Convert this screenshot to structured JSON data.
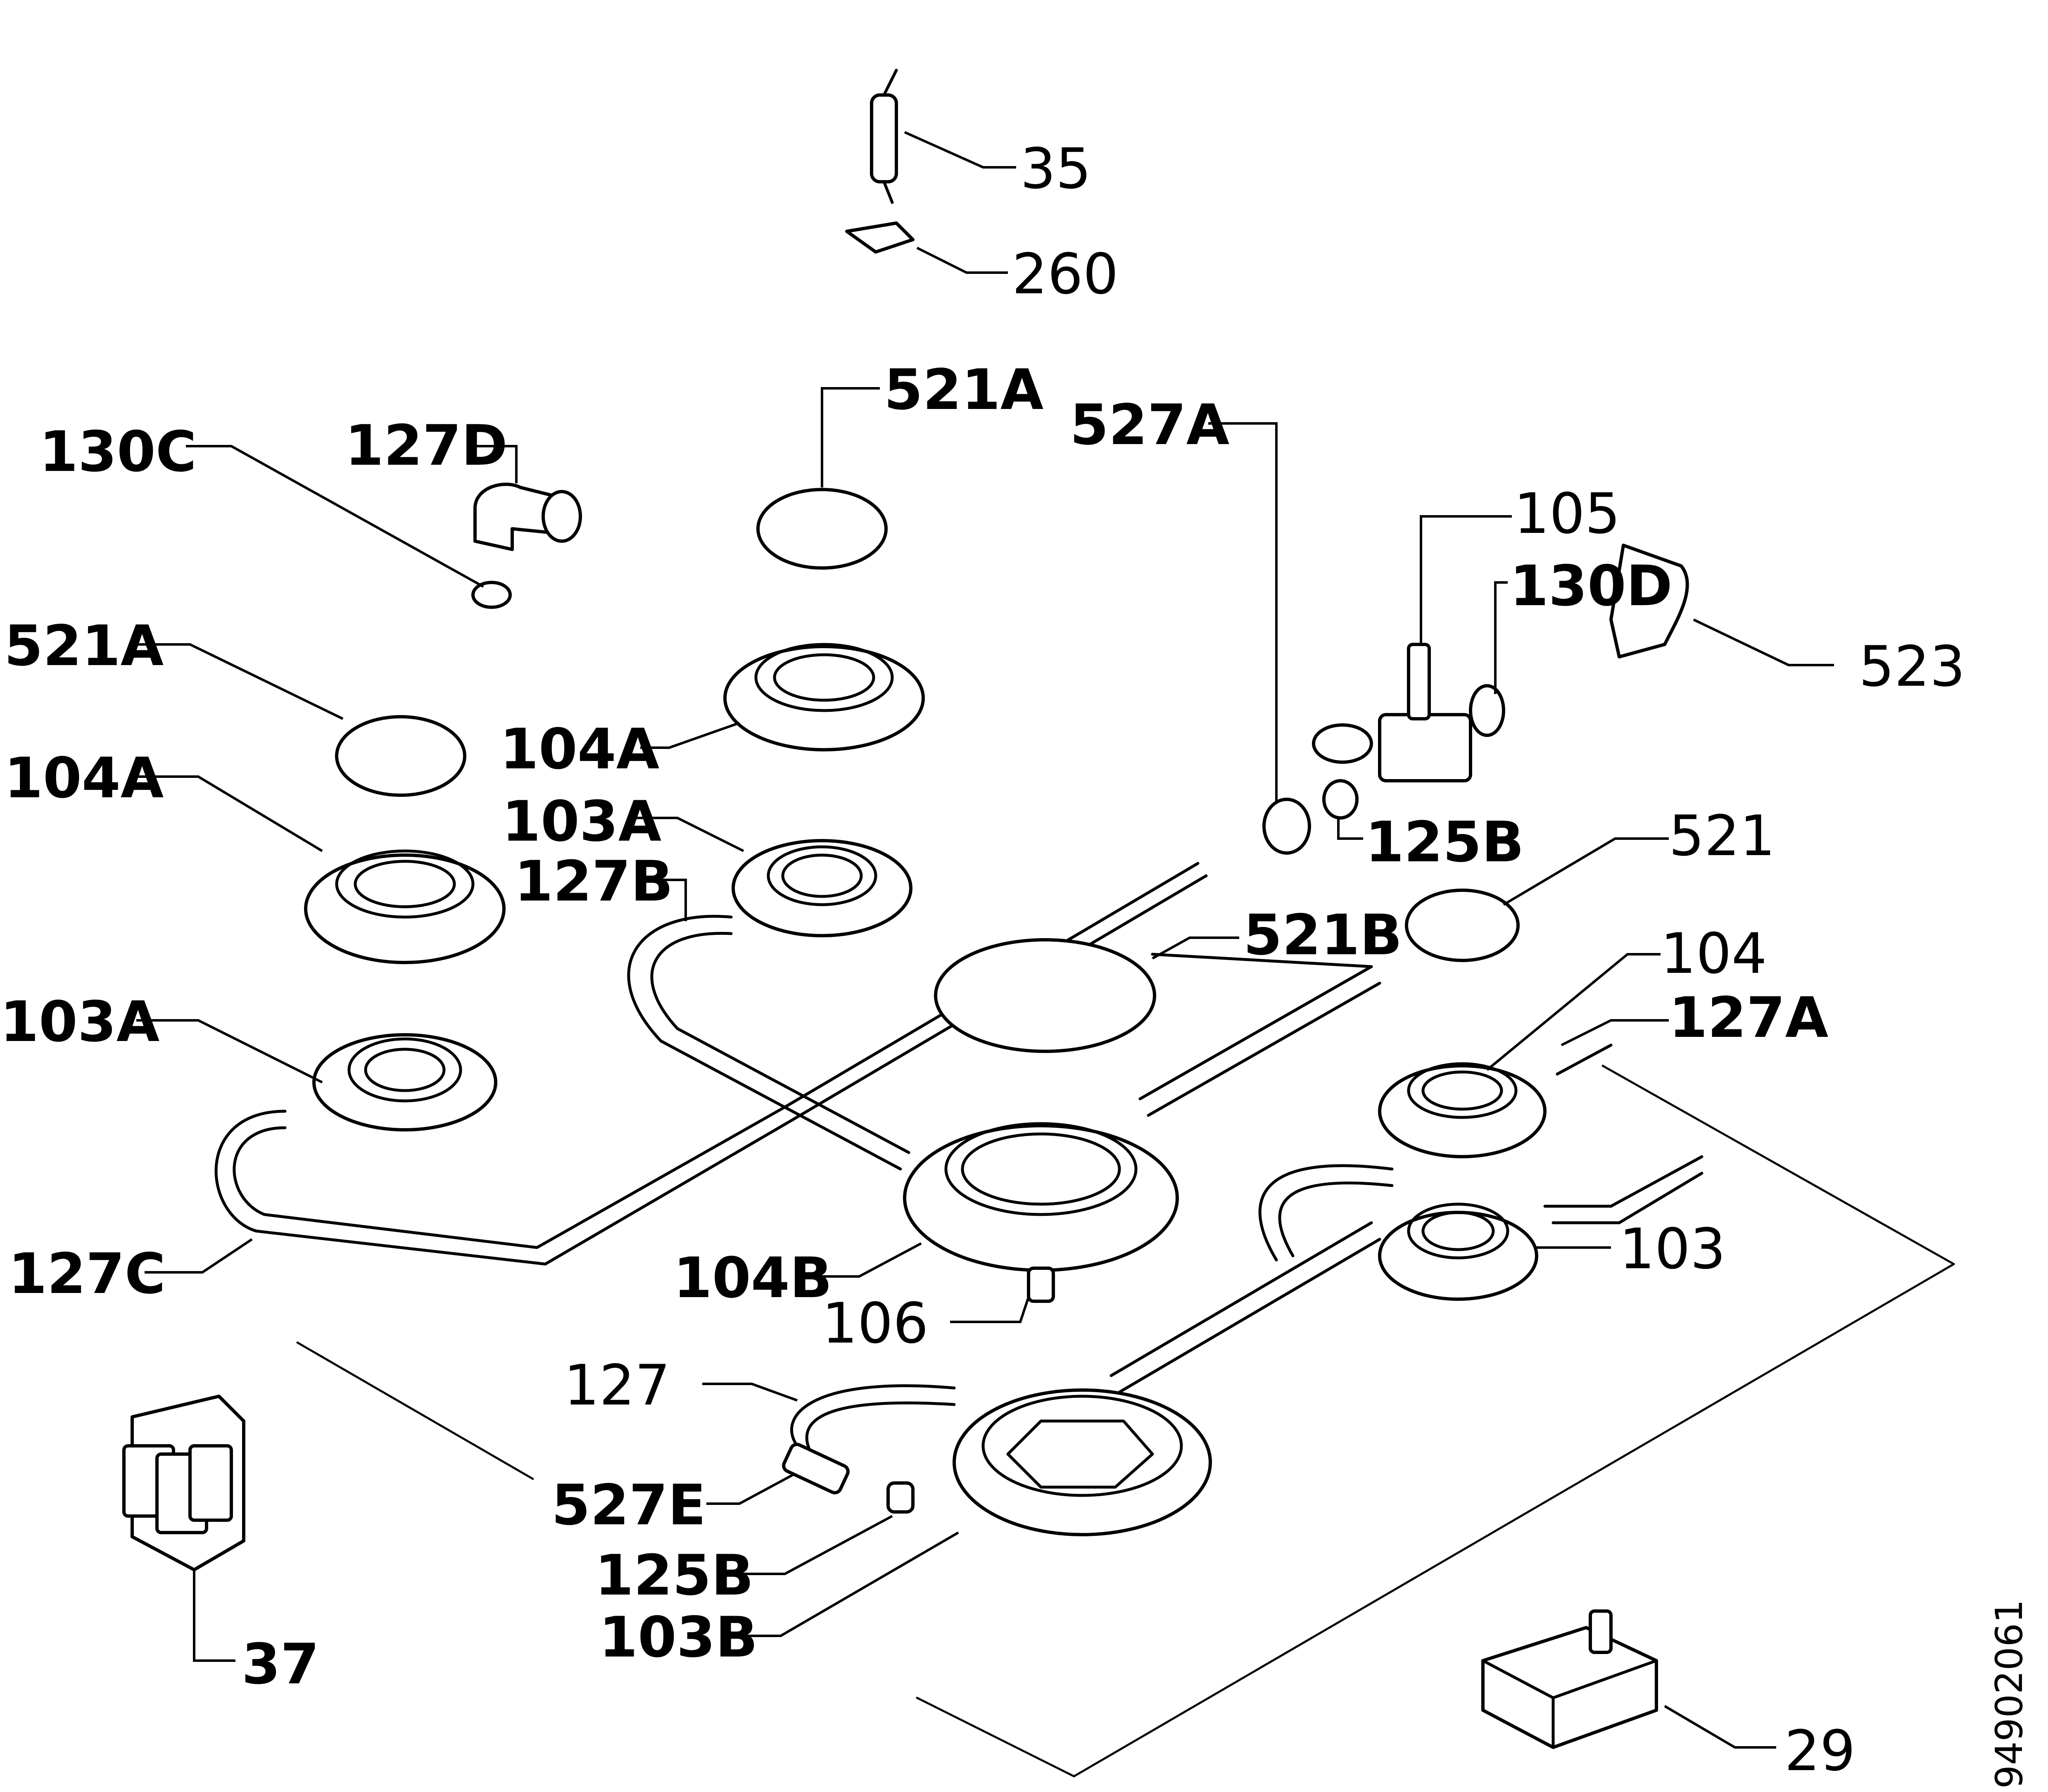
{
  "labels": {
    "l35": "35",
    "l260": "260",
    "l521A_top": "521A",
    "l527A": "527A",
    "l130C": "130C",
    "l127D": "127D",
    "l105": "105",
    "l130D": "130D",
    "l523": "523",
    "l521A_left": "521A",
    "l104A_mid": "104A",
    "l104A_left": "104A",
    "l103A_mid": "103A",
    "l125B_right": "125B",
    "l521": "521",
    "l127B": "127B",
    "l521B": "521B",
    "l104": "104",
    "l103A_left": "103A",
    "l127A": "127A",
    "l127C": "127C",
    "l104B": "104B",
    "l103": "103",
    "l106": "106",
    "l127": "127",
    "l527E": "527E",
    "l125B_bottom": "125B",
    "l103B": "103B",
    "l37": "37",
    "l29": "29"
  },
  "document_id": "94902061"
}
